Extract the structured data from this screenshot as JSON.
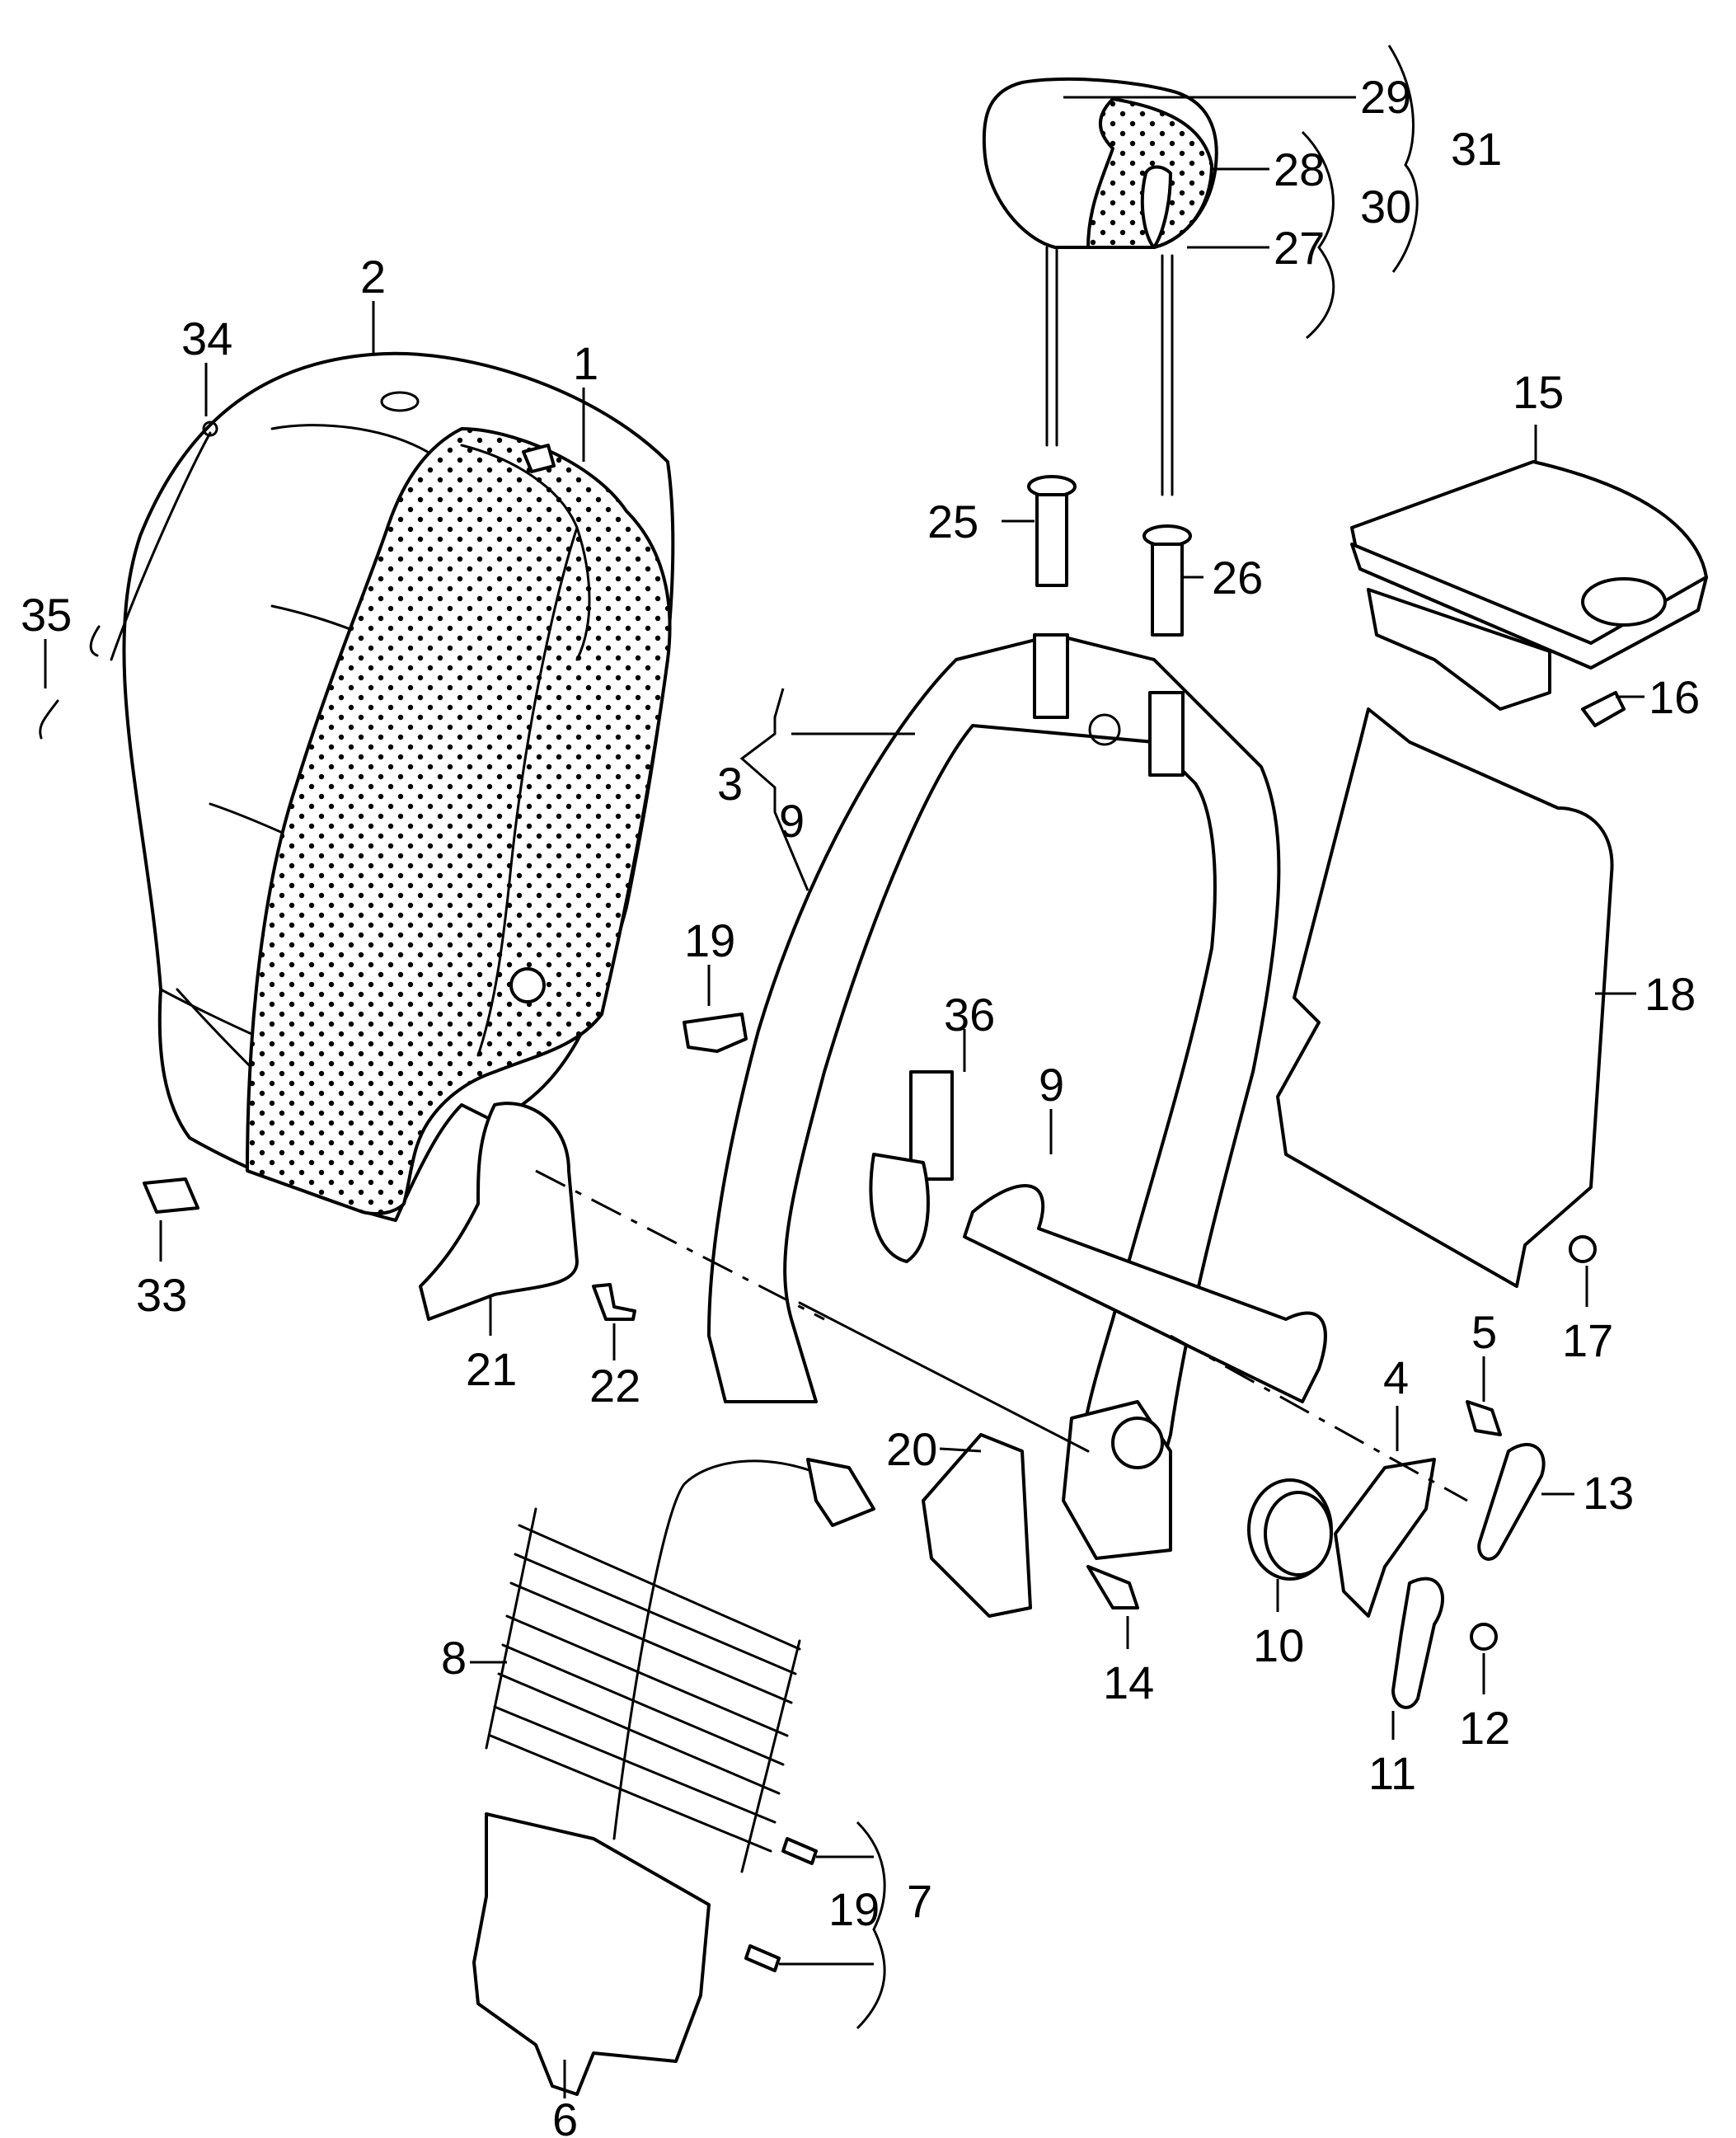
{
  "callouts": {
    "c1": "1",
    "c2": "2",
    "c3": "3",
    "c4": "4",
    "c5": "5",
    "c6": "6",
    "c7": "7",
    "c8": "8",
    "c9a": "9",
    "c9b": "9",
    "c10": "10",
    "c11": "11",
    "c12": "12",
    "c13": "13",
    "c14": "14",
    "c15": "15",
    "c16": "16",
    "c17": "17",
    "c18": "18",
    "c19a": "19",
    "c19b": "19",
    "c20": "20",
    "c21": "21",
    "c22": "22",
    "c25": "25",
    "c26": "26",
    "c27": "27",
    "c28": "28",
    "c29": "29",
    "c30": "30",
    "c31": "31",
    "c33": "33",
    "c34": "34",
    "c35": "35",
    "c36": "36"
  }
}
